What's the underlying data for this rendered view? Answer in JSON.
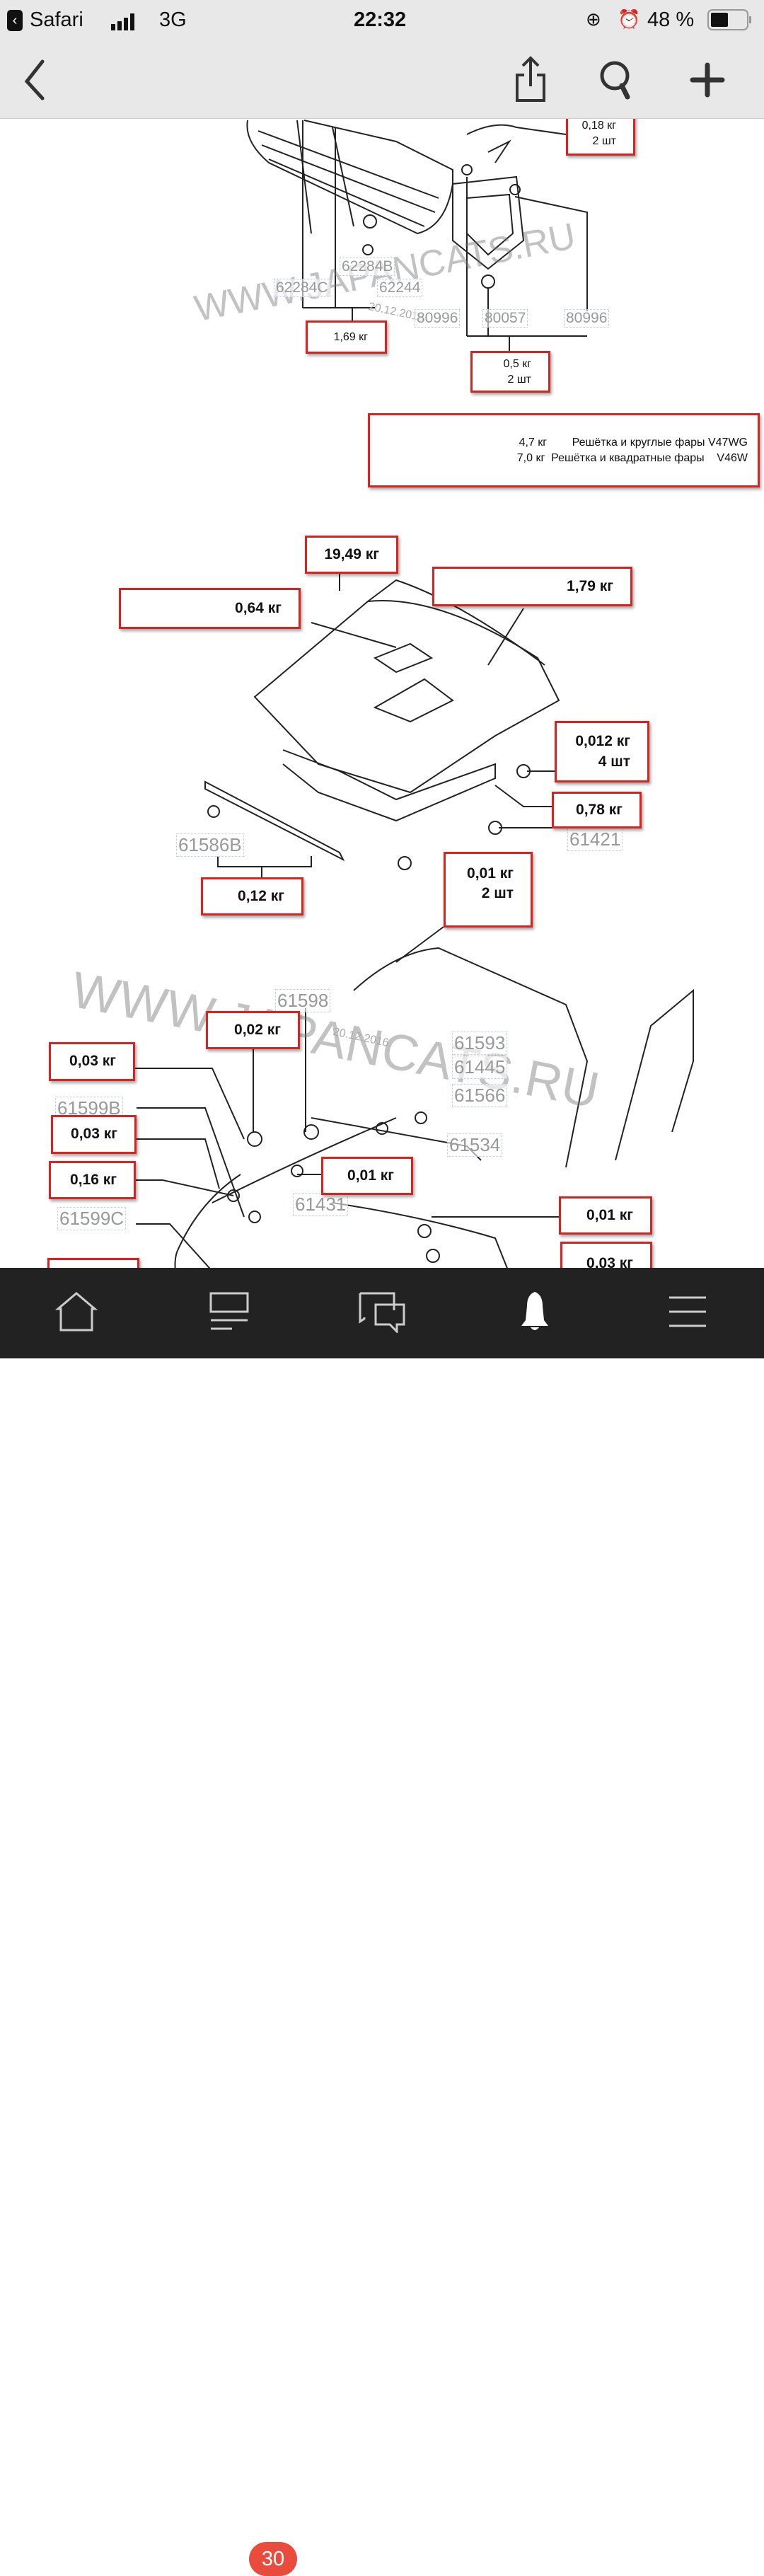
{
  "status_bar": {
    "back_app": "Safari",
    "network": "3G",
    "time": "22:32",
    "battery": "48 %"
  },
  "nav": {
    "icons": [
      "chevron-left-icon",
      "share-icon",
      "search-icon",
      "plus-icon"
    ]
  },
  "diagram": {
    "watermark": "WWW.JAPANCATS.RU",
    "date_stamp": "20.12.2016",
    "labels": [
      {
        "text": "0,18 кг",
        "qty": "2 шт"
      },
      {
        "text": "1,69 кг"
      },
      {
        "text": "0,5 кг",
        "qty": "2 шт"
      },
      {
        "text": "19,49 кг"
      },
      {
        "text": "1,79 кг"
      },
      {
        "text": "0,64 кг"
      },
      {
        "text": "0,012 кг",
        "qty": "4 шт"
      },
      {
        "text": "0,78 кг"
      },
      {
        "text": "0,12 кг"
      },
      {
        "text": "0,01 кг",
        "qty": "2 шт"
      },
      {
        "text": "0,02 кг"
      },
      {
        "text": "0,03 кг"
      },
      {
        "text": "0,03 кг"
      },
      {
        "text": "0,16 кг"
      },
      {
        "text": "0,01 кг"
      },
      {
        "text": "0,01 кг"
      },
      {
        "text": "0,03 кг"
      }
    ],
    "note": {
      "line1": "4,7 кг        Решётка и круглые фары V47WG",
      "line2": "7,0 кг  Решётка и квадратные фары    V46W"
    },
    "part_numbers": [
      "62284C",
      "62284B",
      "62244",
      "80996",
      "80057",
      "80996",
      "61586B",
      "61421",
      "61598",
      "61593",
      "61445",
      "61566",
      "61599B",
      "61534",
      "61431",
      "61599C"
    ]
  },
  "tabbar": {
    "badge": "30",
    "tabs": [
      "home-icon",
      "feed-icon",
      "messages-icon",
      "bell-icon",
      "menu-icon"
    ]
  },
  "colors": {
    "label_border": "#d8231f",
    "badge": "#e84c3d",
    "tabbar": "#222222",
    "chrome": "#e8e8e8"
  }
}
